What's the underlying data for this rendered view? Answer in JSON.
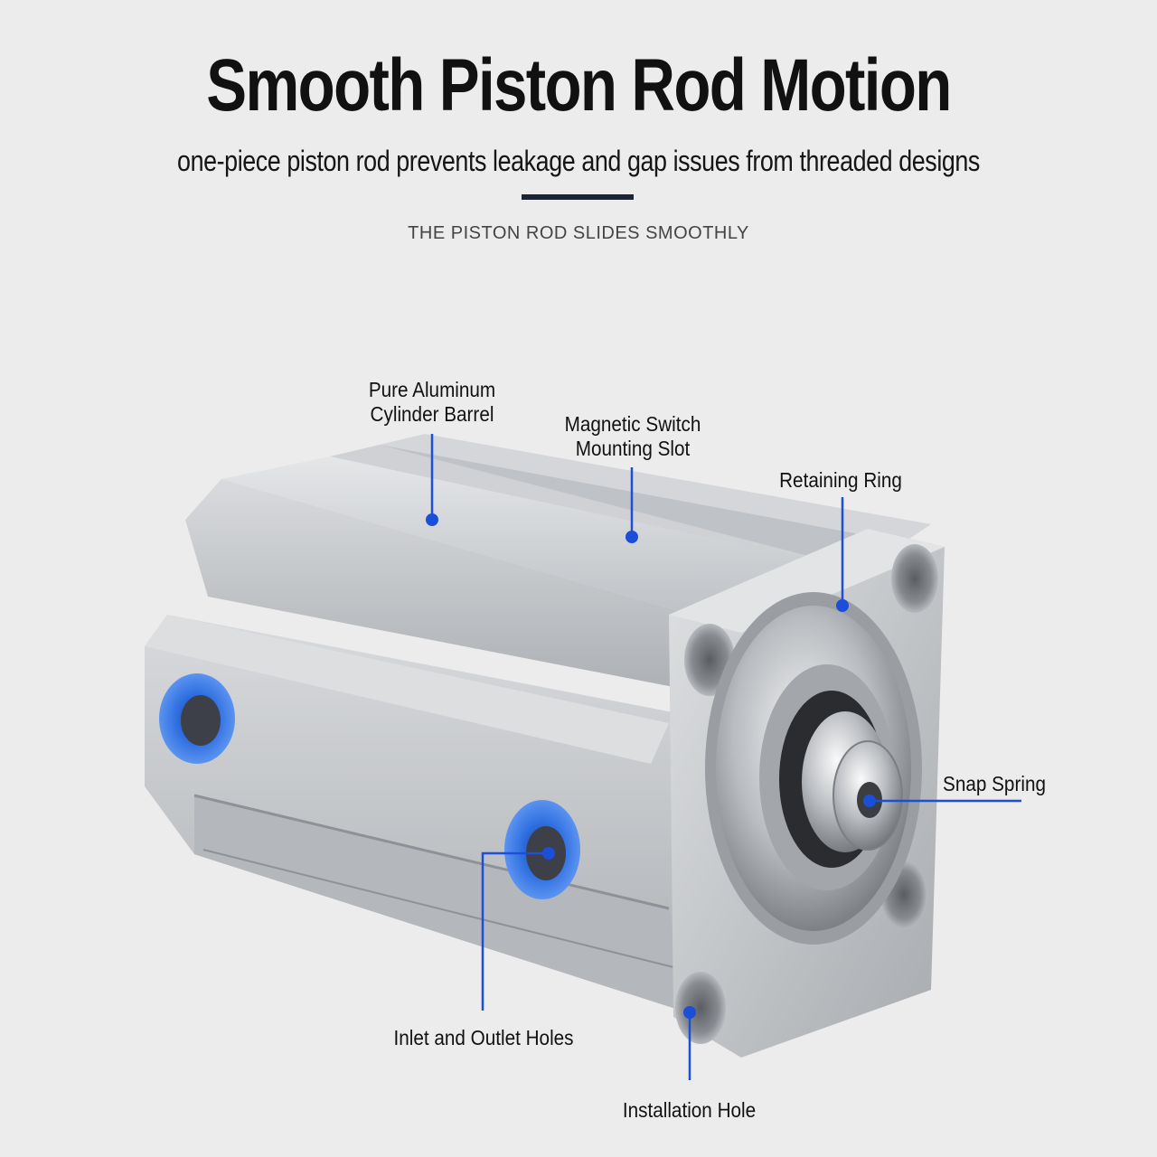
{
  "header": {
    "title": "Smooth Piston Rod Motion",
    "subtitle": "one-piece piston rod prevents leakage and gap issues from threaded designs",
    "tagline": "THE PISTON ROD SLIDES SMOOTHLY"
  },
  "callouts": {
    "barrel": {
      "line1": "Pure Aluminum",
      "line2": "Cylinder Barrel"
    },
    "slot": {
      "line1": "Magnetic Switch",
      "line2": "Mounting Slot"
    },
    "ring": {
      "label": "Retaining Ring"
    },
    "spring": {
      "label": "Snap Spring"
    },
    "inlet": {
      "label": "Inlet and Outlet Holes"
    },
    "install": {
      "label": "Installation Hole"
    }
  },
  "colors": {
    "accent": "#1c4fd8",
    "port_blue": "#2f6fe0",
    "divider": "#1c2436",
    "aluminum": "#c9ccd0"
  }
}
